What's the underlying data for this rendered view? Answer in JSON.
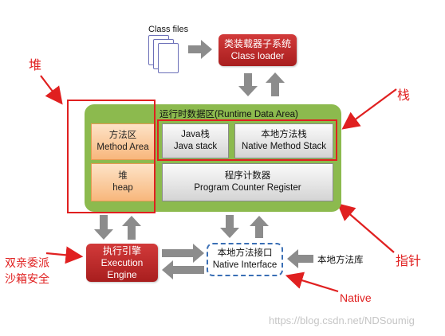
{
  "class_files": {
    "label": "Class files"
  },
  "class_loader": {
    "title_cn": "类装载器子系统",
    "title_en": "Class loader"
  },
  "runtime_area": {
    "title": "运行时数据区(Runtime Data Area)"
  },
  "method_area": {
    "cn": "方法区",
    "en": "Method Area"
  },
  "java_stack": {
    "cn": "Java栈",
    "en": "Java stack"
  },
  "native_stack": {
    "cn": "本地方法栈",
    "en": "Native Method Stack"
  },
  "heap": {
    "cn": "堆",
    "en": "heap"
  },
  "pc_register": {
    "cn": "程序计数器",
    "en": "Program Counter Register"
  },
  "engine": {
    "cn": "执行引擎",
    "en1": "Execution",
    "en2": "Engine"
  },
  "native_interface": {
    "cn": "本地方法接口",
    "en": "Native Interface"
  },
  "native_lib": {
    "label": "本地方法库"
  },
  "annotations": {
    "heap": "堆",
    "stack": "栈",
    "pointer": "指针",
    "parents_line1": "双亲委派",
    "parents_line2": "沙箱安全",
    "native": "Native"
  },
  "watermark": "https://blog.csdn.net/NDSoumig",
  "colors": {
    "red_box": "#b82626",
    "orange_box": "#f8b77c",
    "green_area": "#8cba4e",
    "arrow_gray": "#8c8c8c",
    "annotation_red": "#e02020",
    "interface_border": "#3a6fb5"
  }
}
